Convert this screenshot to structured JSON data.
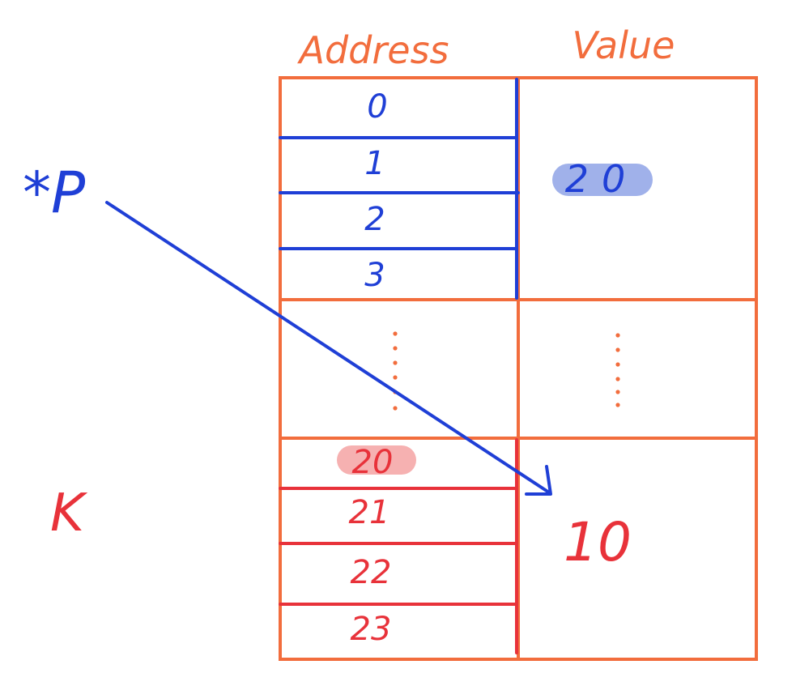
{
  "headers": {
    "address": "Address",
    "value": "Value"
  },
  "pointer_var": "*P",
  "target_var": "K",
  "block_top": {
    "addresses": [
      "0",
      "1",
      "2",
      "3"
    ],
    "value": "20"
  },
  "block_middle": {
    "address": "⋮",
    "value": "⋮"
  },
  "block_bottom": {
    "addresses": [
      "20",
      "21",
      "22",
      "23"
    ],
    "value": "10"
  },
  "colors": {
    "grid": "#f26d3d",
    "pointer": "#1f3fd6",
    "target": "#e8323a",
    "pointer_highlight": "#8fa3e6",
    "target_highlight": "#f5a3a3"
  }
}
